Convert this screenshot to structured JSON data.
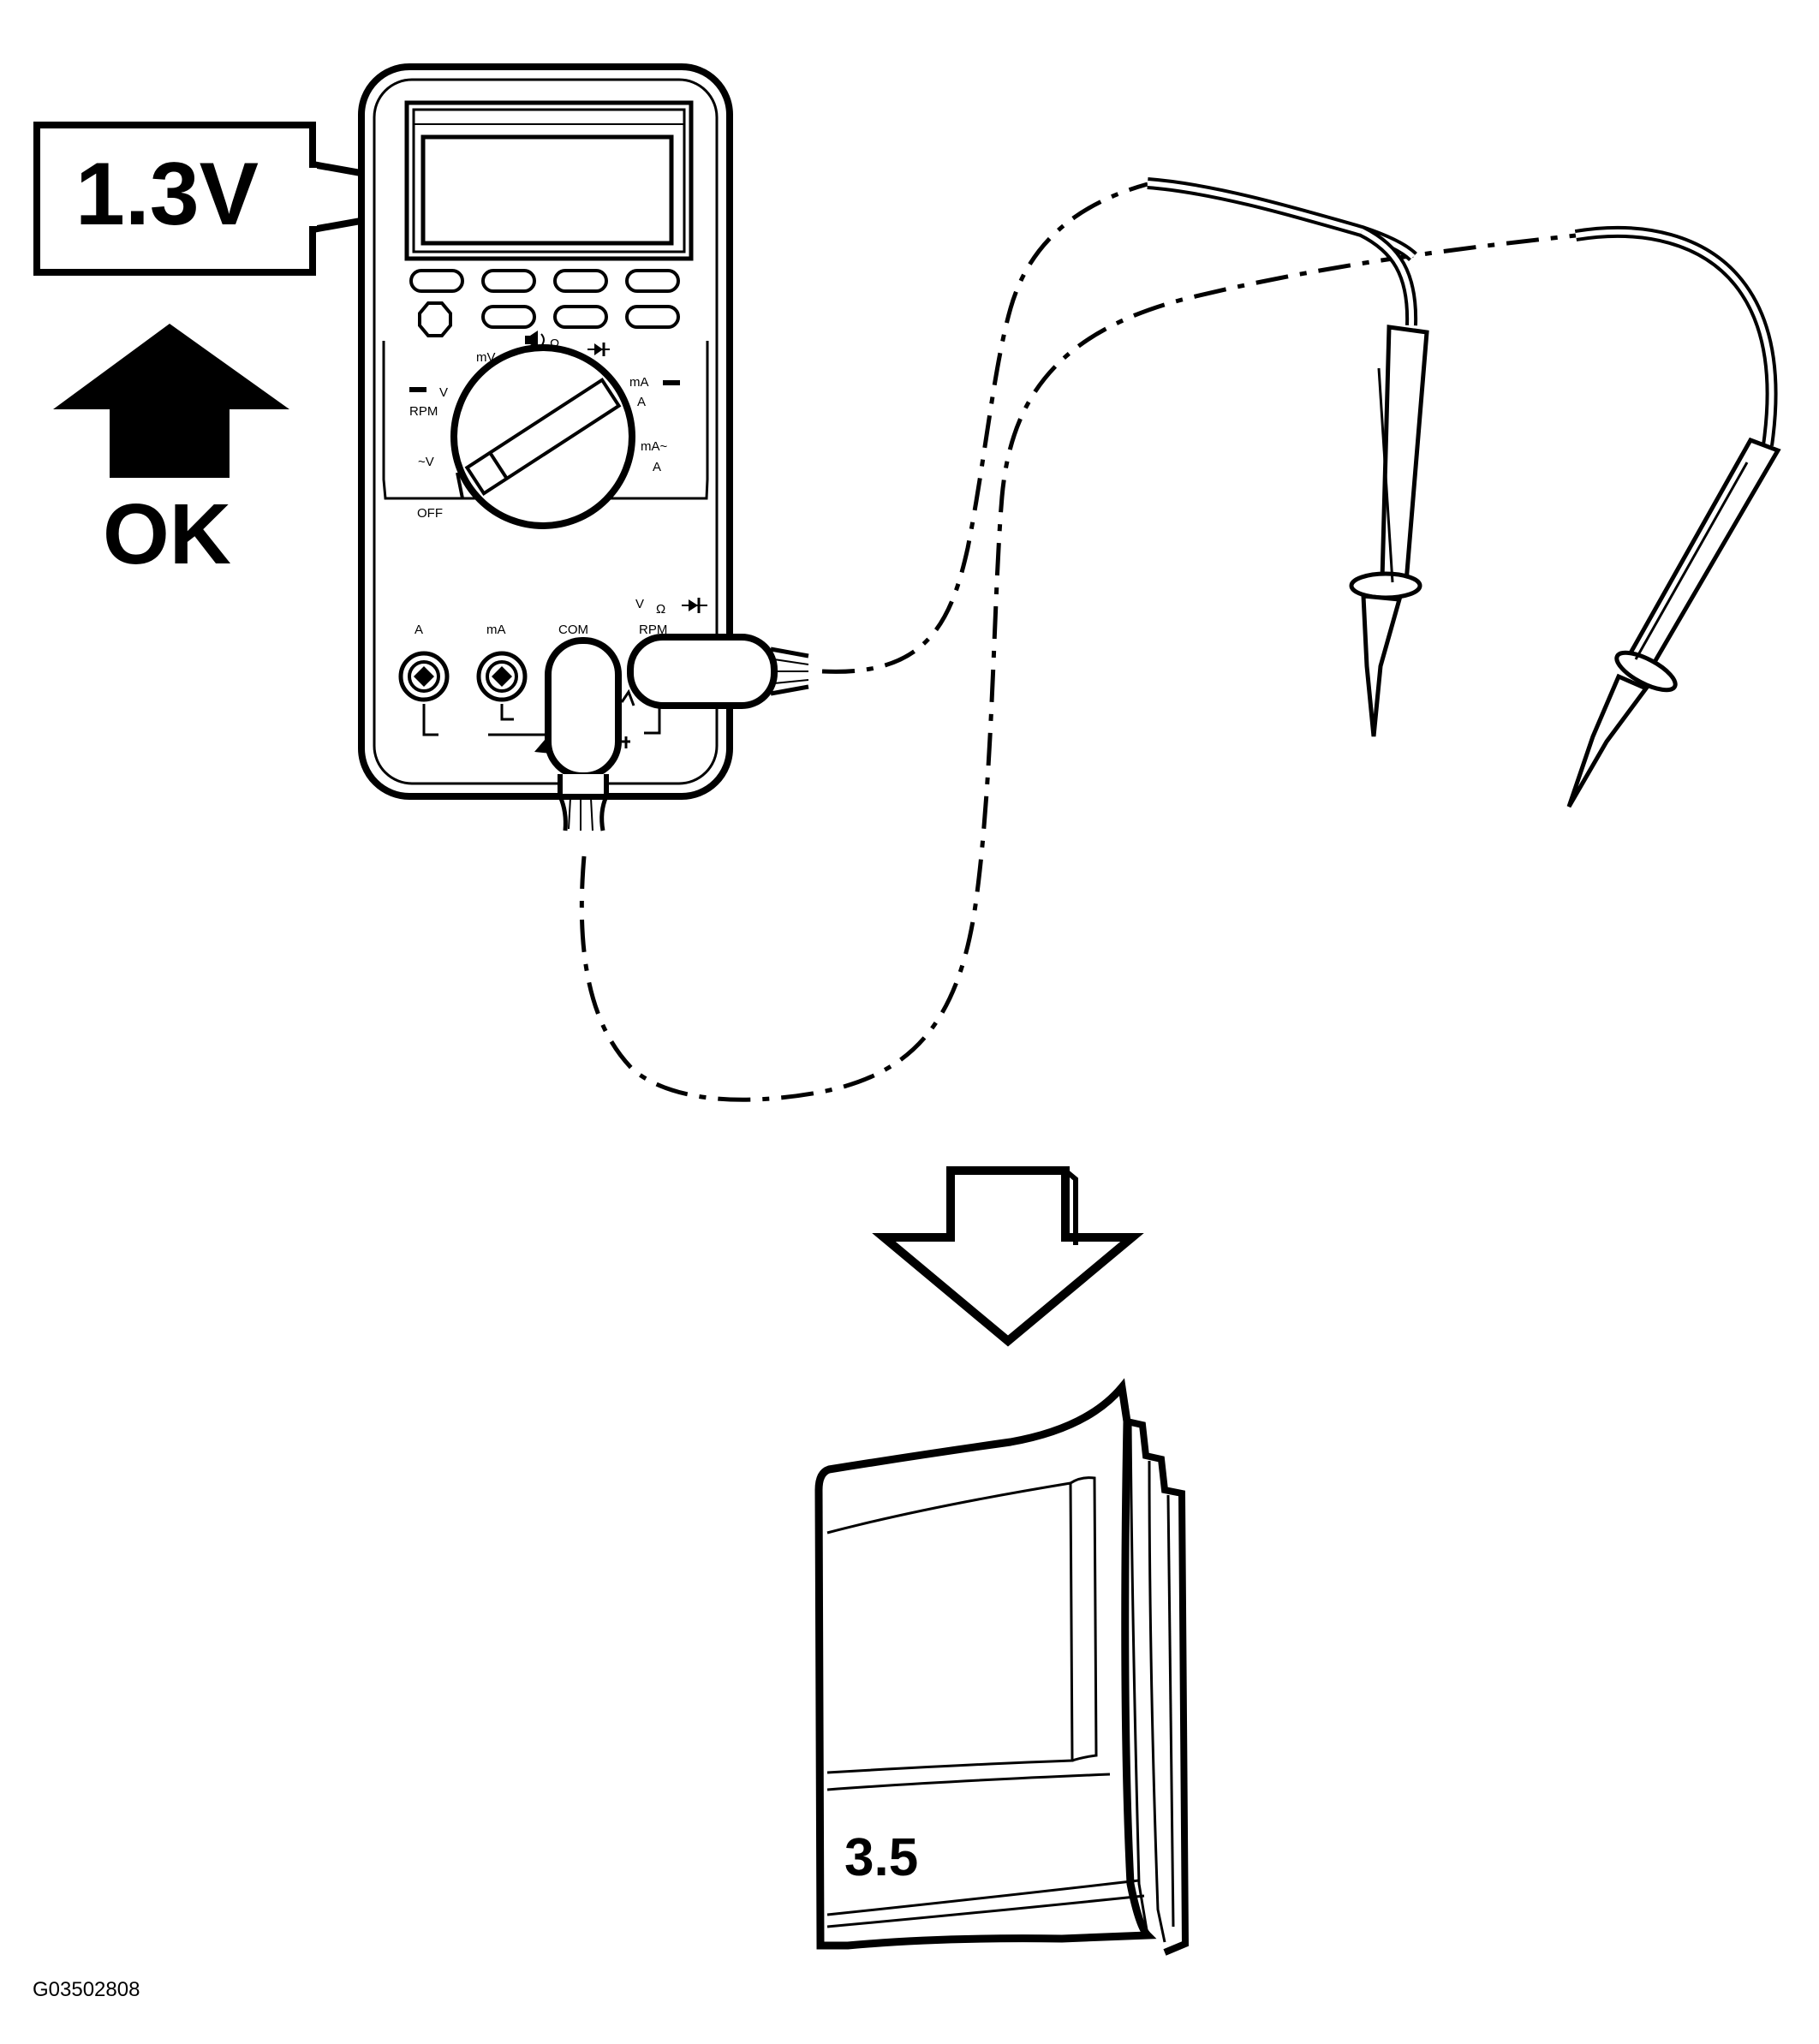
{
  "callout": {
    "reading": "1.3V"
  },
  "ok_indicator": {
    "label": "OK"
  },
  "meter": {
    "dial_labels": {
      "mv": "mV",
      "ohm": "Ω",
      "v": "V",
      "rpm": "RPM",
      "ac_v": "~V",
      "off": "OFF",
      "ma": "mA",
      "a": "A",
      "ma_ac": "mA~",
      "a_ac": "A"
    },
    "jack_labels": {
      "a": "A",
      "ma": "mA",
      "com": "COM",
      "v": "V",
      "ohm": "Ω",
      "rpm": "RPM"
    }
  },
  "manual": {
    "section": "3.5"
  },
  "figure_id": "G03502808",
  "colors": {
    "ink": "#000000",
    "paper": "#ffffff"
  },
  "icons": {
    "up_arrow": "filled-up-arrow-icon",
    "down_arrow": "outline-down-arrow-icon",
    "manual": "service-manual-icon",
    "probe": "test-probe-icon"
  }
}
